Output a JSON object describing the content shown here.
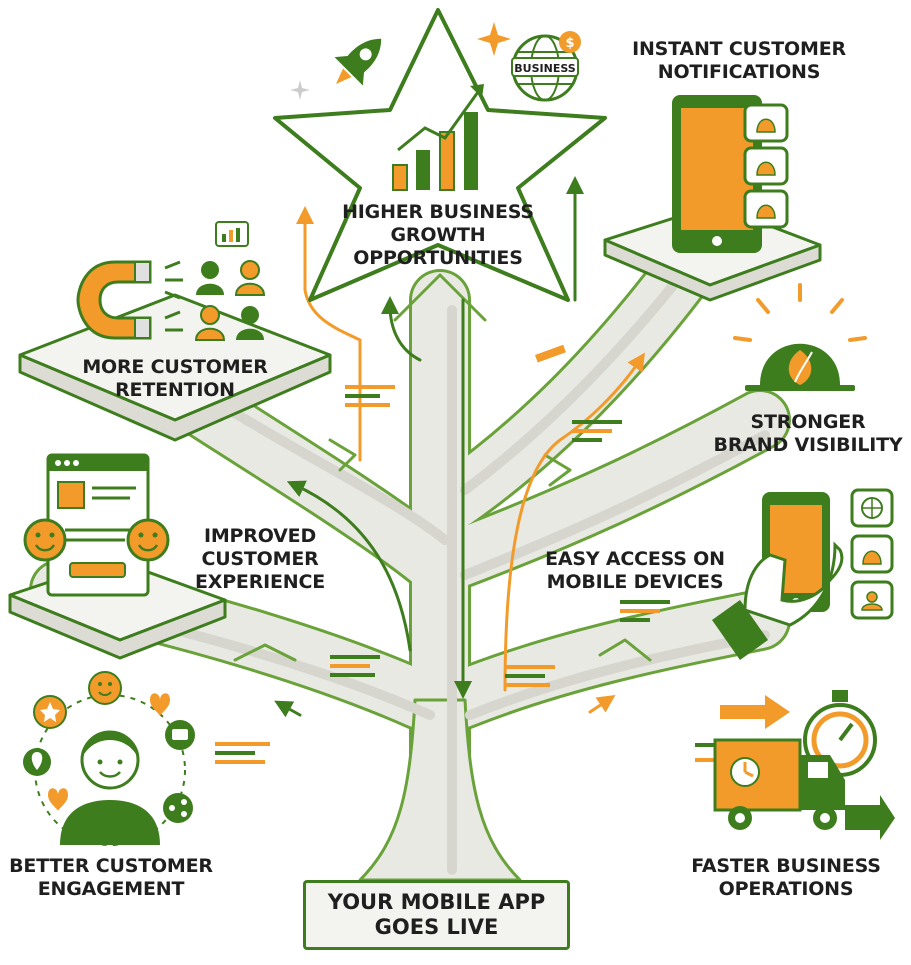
{
  "palette": {
    "green": "#3e7d1e",
    "orange": "#f29b2b",
    "light_green": "#6aa23a",
    "trunk": "#e9e9e4",
    "trunk_shade": "#d6d6cf",
    "ink": "#1f1f1f"
  },
  "root": {
    "line1": "YOUR MOBILE APP",
    "line2": "GOES LIVE"
  },
  "benefits": {
    "growth": {
      "line1": "HIGHER BUSINESS",
      "line2": "GROWTH",
      "line3": "OPPORTUNITIES",
      "icon": "star-growth-chart-icon"
    },
    "notifications": {
      "line1": "INSTANT CUSTOMER",
      "line2": "NOTIFICATIONS",
      "icon": "phone-bell-icon"
    },
    "retention": {
      "line1": "MORE CUSTOMER",
      "line2": "RETENTION",
      "icon": "magnet-people-icon"
    },
    "visibility": {
      "line1": "STRONGER",
      "line2": "BRAND VISIBILITY",
      "icon": "sun-leaf-icon"
    },
    "experience": {
      "line1": "IMPROVED",
      "line2": "CUSTOMER",
      "line3": "EXPERIENCE",
      "icon": "smiley-screen-icon"
    },
    "access": {
      "line1": "EASY ACCESS ON",
      "line2": "MOBILE DEVICES",
      "icon": "hand-phone-icon"
    },
    "engagement": {
      "line1": "BETTER CUSTOMER",
      "line2": "ENGAGEMENT",
      "icon": "person-social-icon"
    },
    "operations": {
      "line1": "FASTER BUSINESS",
      "line2": "OPERATIONS",
      "icon": "truck-stopwatch-icon"
    }
  },
  "globe_label": "BUSINESS",
  "globe_currency": "$"
}
